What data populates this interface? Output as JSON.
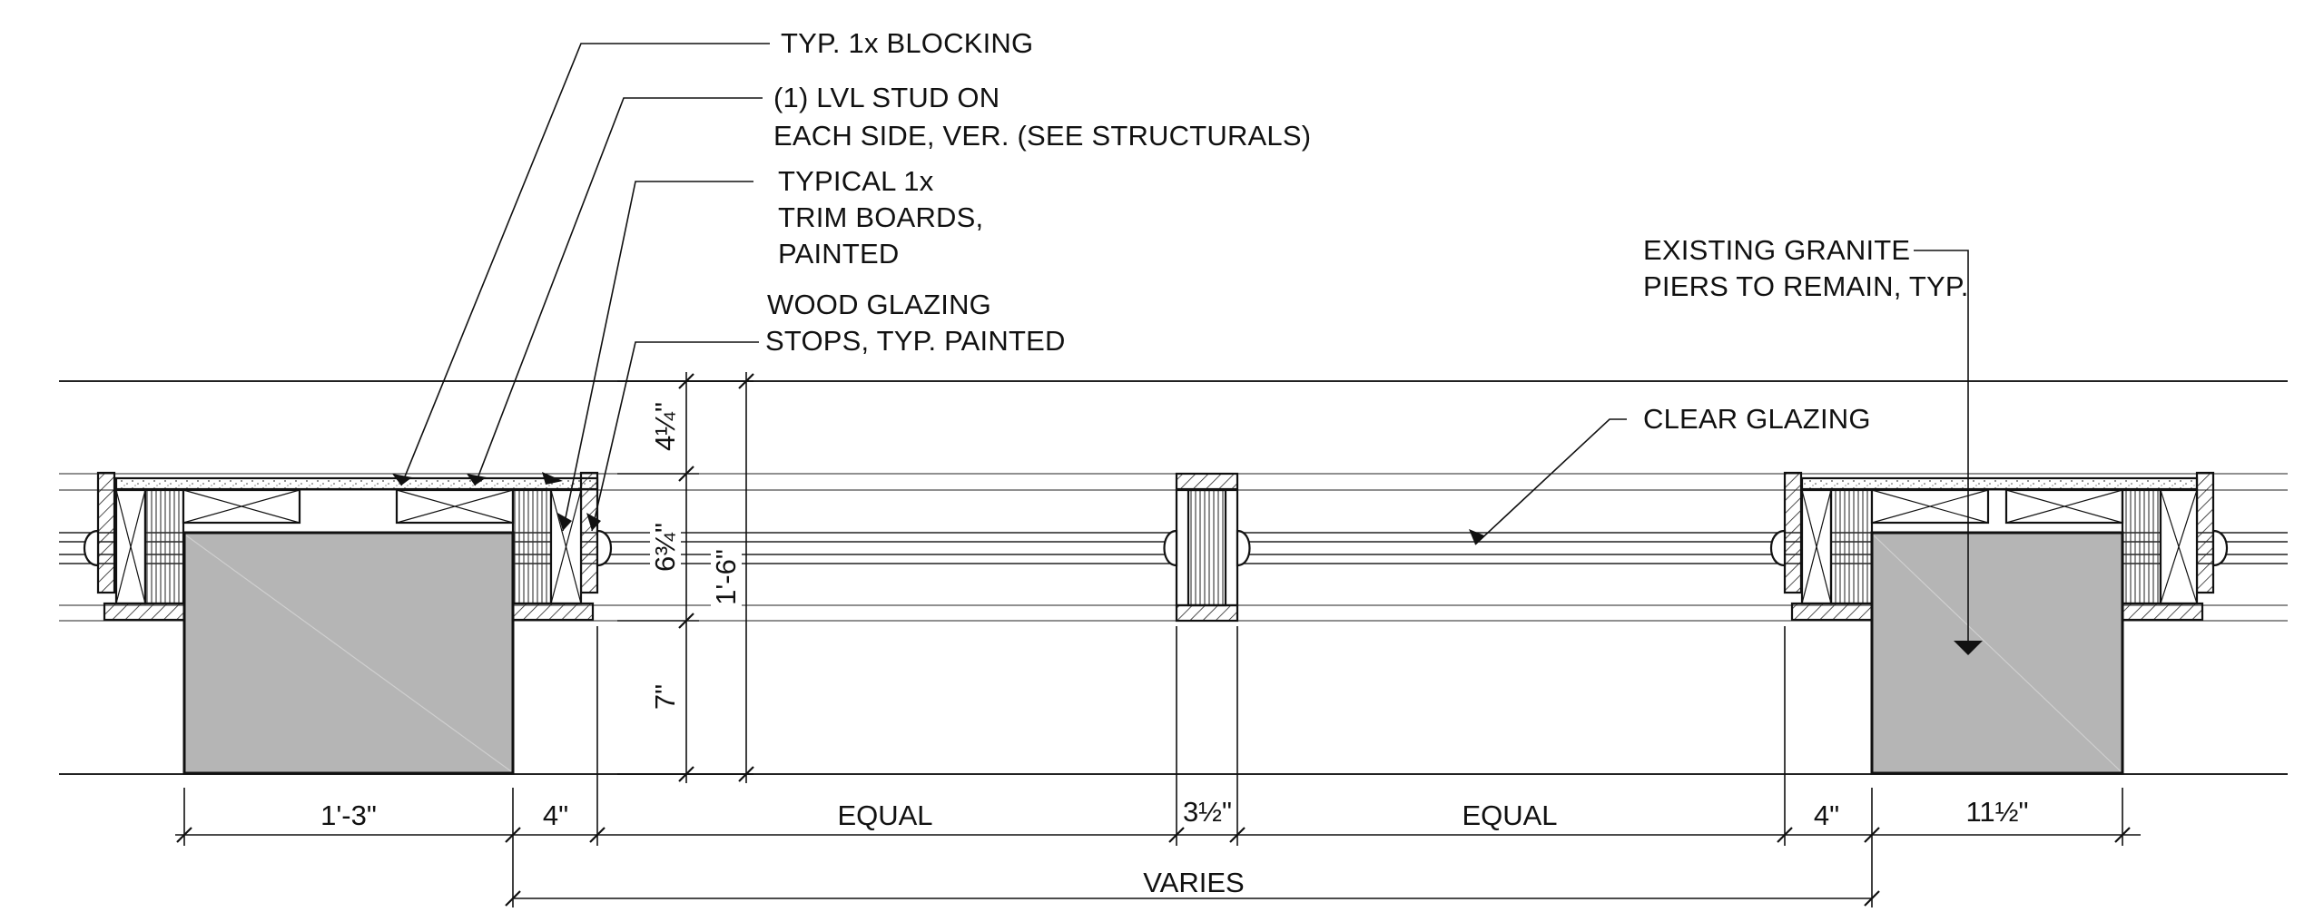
{
  "notes": {
    "blocking": "TYP. 1x BLOCKING",
    "lvl_line1": "(1) LVL STUD ON",
    "lvl_line2": "EACH SIDE, VER. (SEE STRUCTURALS)",
    "trim_line1": "TYPICAL 1x",
    "trim_line2": "TRIM BOARDS,",
    "trim_line3": "PAINTED",
    "stops_line1": "WOOD GLAZING",
    "stops_line2": "STOPS, TYP. PAINTED",
    "granite_line1": "EXISTING GRANITE",
    "granite_line2": "PIERS TO REMAIN, TYP.",
    "glazing": "CLEAR GLAZING"
  },
  "dimensions": {
    "pier_left": "1'-3\"",
    "jamb_left": "4\"",
    "equal_left": "EQUAL",
    "mullion": "3½\"",
    "equal_right": "EQUAL",
    "jamb_right": "4\"",
    "pier_right": "11½\"",
    "overall": "VARIES",
    "v_head": "4¼\"",
    "v_frame": "6¾\"",
    "v_sill": "7\"",
    "v_total": "1'-6\""
  }
}
